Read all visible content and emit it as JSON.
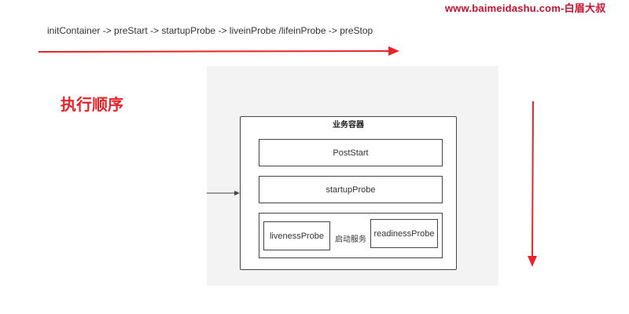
{
  "watermark": {
    "url_text": "www.baimeidashu.com-",
    "brand_text": "白眉大叔",
    "url_color": "#c8102e",
    "brand_color": "#c8102e"
  },
  "flow": {
    "sequence_text": "initContainer ->  preStart ->  startupProbe ->  liveinProbe /lifeinProbe -> preStop",
    "arrow_color": "#e8242a"
  },
  "heading": {
    "title": "执行顺序",
    "color": "#e8242a"
  },
  "diagram": {
    "container_title": "业务容器",
    "post_start": "PostStart",
    "startup_probe": "startupProbe",
    "liveness_probe": "livenessProbe",
    "start_service": "启动服务",
    "readiness_probe": "readinessProbe"
  }
}
